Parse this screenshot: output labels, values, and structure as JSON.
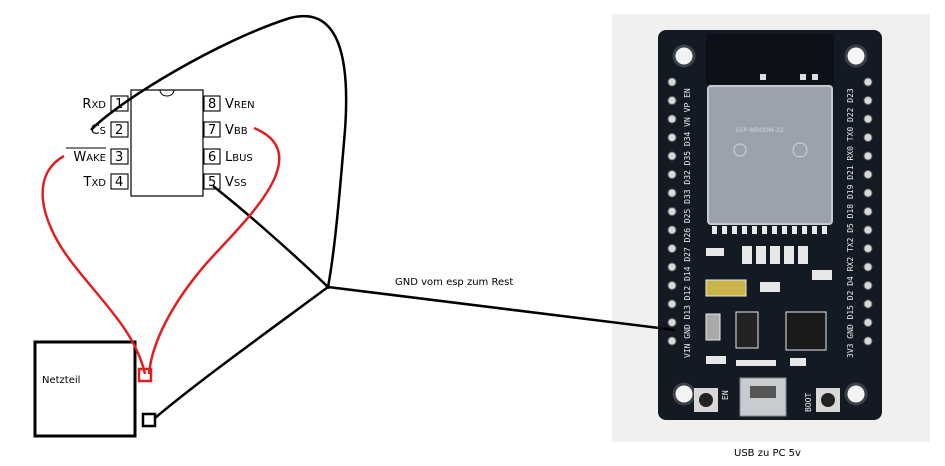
{
  "ic": {
    "left_pins": [
      {
        "number": "1",
        "name": "RXD"
      },
      {
        "number": "2",
        "name": "CS"
      },
      {
        "number": "3",
        "name": "WAKE"
      },
      {
        "number": "4",
        "name": "TXD"
      }
    ],
    "right_pins": [
      {
        "number": "8",
        "name": "VREN"
      },
      {
        "number": "7",
        "name": "VBB"
      },
      {
        "number": "6",
        "name": "LBUS"
      },
      {
        "number": "5",
        "name": "VSS"
      }
    ]
  },
  "power_supply": {
    "label": "Netzteil"
  },
  "gnd_label": "GND vom esp zum Rest",
  "usb_label": "USB zu PC 5v",
  "board": {
    "module_label": "ESP-WROOM-32",
    "left_header": "VIN GND D13 D12 D14 D27 D26 D25 D33 D32 D35 D34 VN VP EN",
    "right_header": "3V3 GND D15 D2 D4 RX2 TX2 D5 D18 D19 D21 RX0 TX0 D22 D23",
    "button_en": "EN",
    "button_boot": "BOOT"
  },
  "colors": {
    "power_wire": "#e02020",
    "wire": "#000000",
    "pcb": "#141a24"
  }
}
